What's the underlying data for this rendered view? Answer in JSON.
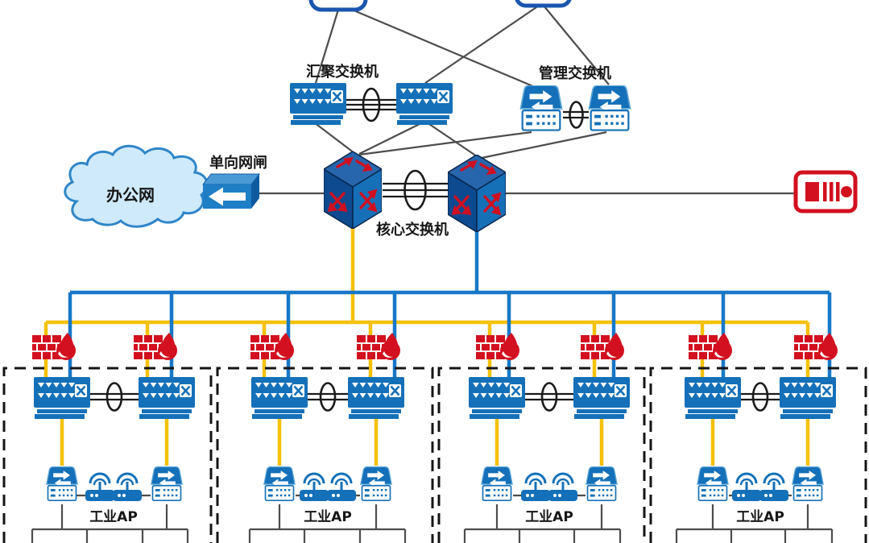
{
  "diagram": {
    "type": "industrial-network-topology",
    "labels": {
      "office_network": "办公网",
      "one_way_gateway": "单向网闸",
      "aggregation_switch": "汇聚交换机",
      "management_switch": "管理交换机",
      "core_switch": "核心交换机"
    },
    "zones": [
      {
        "ap_label": "工业AP"
      },
      {
        "ap_label": "工业AP"
      },
      {
        "ap_label": "工业AP"
      },
      {
        "ap_label": "工业AP"
      }
    ],
    "inventory": {
      "top_nodes": 2,
      "aggregation_switches": 2,
      "management_switches": 2,
      "core_switches": 2,
      "firewalls": 8,
      "zones": 4,
      "workgroup_switches_per_zone": 2,
      "access_switches_per_zone": 2,
      "wireless_aps_per_zone": 2
    },
    "icons": {
      "cloud": "office-network-cloud",
      "gateway": "one-way-gateway-3d-box-left-arrow",
      "core": "3d-cube-switch-red-arrows",
      "rack_switch": "blue-switch-ports-and-crossbox",
      "small_switch": "blue-switch-bidirectional-arrows",
      "firewall": "red-brick-wall-with-flame",
      "ap": "wireless-access-point-with-signal-arcs",
      "appliance": "red-outline-server-module"
    },
    "colors": {
      "device_blue": "#1470b8",
      "device_blue_light": "#4a9ad6",
      "bus_blue": "#1778c8",
      "bus_yellow": "#f5c10a",
      "alert_red": "#d2101f",
      "line_gray": "#4d4d4d",
      "dash_black": "#141414",
      "cloud_fill": "#cfeafa",
      "cloud_stroke": "#2f86c8",
      "node_outline_blue": "#1a55ae"
    }
  }
}
